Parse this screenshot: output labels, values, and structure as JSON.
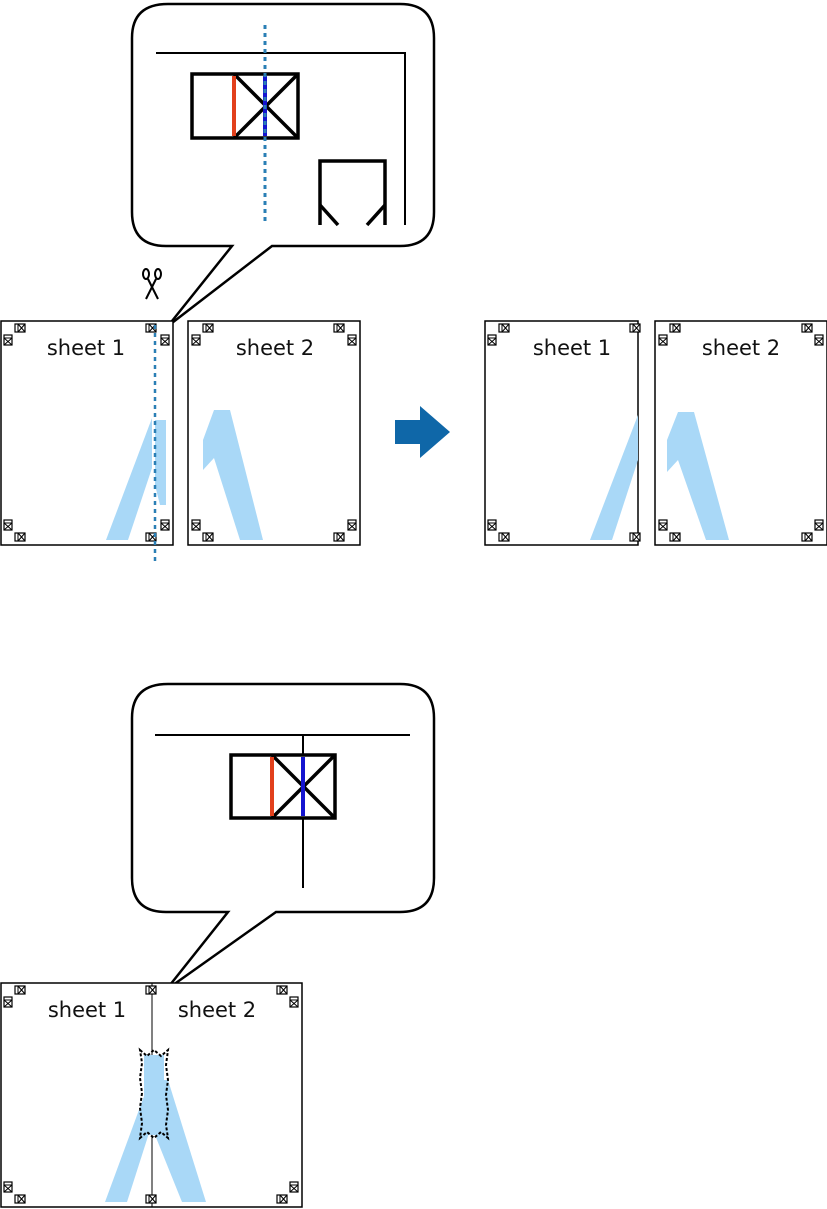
{
  "colors": {
    "stroke": "#000000",
    "cut_line": "#2a7fb5",
    "red_mark": "#e2401c",
    "blue_mark": "#1414d0",
    "image_fill": "#a9d8f7",
    "arrow": "#0f67a8"
  },
  "top_panel": {
    "before": {
      "sheet1_label": "sheet 1",
      "sheet2_label": "sheet 2"
    },
    "after": {
      "sheet1_label": "sheet 1",
      "sheet2_label": "sheet 2"
    },
    "arrow_icon": "right-arrow-icon",
    "tool_icon": "scissors-icon"
  },
  "bottom_panel": {
    "sheet1_label": "sheet 1",
    "sheet2_label": "sheet 2"
  }
}
